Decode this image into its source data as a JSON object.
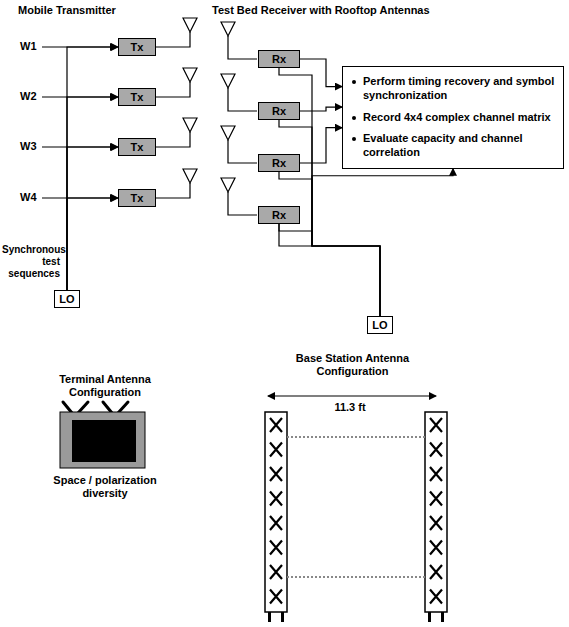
{
  "diagram": {
    "nodes": [
      {
        "text": [
          "Tx"
        ]
      },
      {
        "text": [
          "Tx"
        ]
      },
      {
        "text": [
          "Tx"
        ]
      },
      {
        "text": [
          "Tx"
        ]
      },
      {
        "text": [
          "Rx"
        ]
      },
      {
        "text": [
          "Rx"
        ]
      },
      {
        "text": [
          "Rx"
        ]
      },
      {
        "text": [
          "Rx"
        ]
      },
      {
        "text": [
          "Perform timing recovery and symbol synchronization",
          "Record 4x4 complex channel matrix",
          "Evaluate capacity and channel correlation"
        ]
      },
      {
        "text": [
          "LO"
        ]
      },
      {
        "text": [
          "LO"
        ]
      }
    ],
    "edges": [
      {
        "from": 9,
        "to": 0,
        "arrow": "to"
      },
      {
        "from": 9,
        "to": 1,
        "arrow": "to"
      },
      {
        "from": 9,
        "to": 2,
        "arrow": "to"
      },
      {
        "from": 9,
        "to": 3,
        "arrow": "to"
      },
      {
        "from": 4,
        "to": 8,
        "arrow": "to"
      },
      {
        "from": 5,
        "to": 8,
        "arrow": "to"
      },
      {
        "from": 6,
        "to": 8,
        "arrow": "to"
      },
      {
        "from": 7,
        "to": 8,
        "arrow": "to"
      },
      {
        "from": 10,
        "to": 4,
        "arrow": "none"
      },
      {
        "from": 10,
        "to": 5,
        "arrow": "none"
      },
      {
        "from": 10,
        "to": 6,
        "arrow": "none"
      },
      {
        "from": 10,
        "to": 7,
        "arrow": "none"
      }
    ],
    "labels": [
      "Mobile Transmitter",
      "Test Bed Receiver with Rooftop Antennas",
      "W1",
      "W2",
      "W3",
      "W4",
      "Synchronous test sequences",
      "Terminal Antenna Configuration",
      "Space / polarization diversity",
      "Base Station Antenna Configuration",
      "11.3 ft"
    ]
  }
}
